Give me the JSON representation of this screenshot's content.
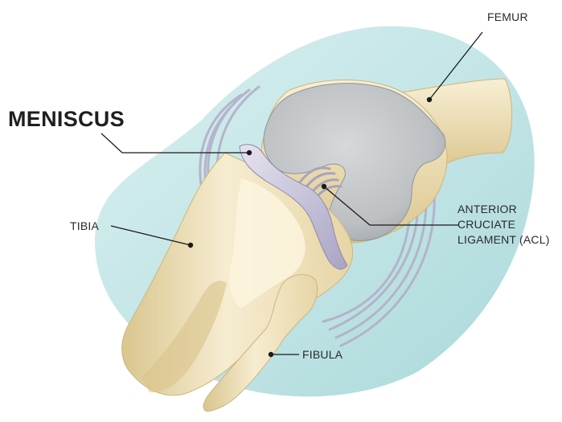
{
  "labels": {
    "meniscus": "MENISCUS",
    "femur": "FEMUR",
    "tibia": "TIBIA",
    "fibula": "FIBULA",
    "acl": [
      "ANTERIOR",
      "CRUCIATE",
      "LIGAMENT (ACL)"
    ]
  },
  "colors": {
    "background_blob": "#bfe3e4",
    "bone": "#f1e4bd",
    "bone_shadow": "#d6c48c",
    "cartilage": "#bfc2c5",
    "ligament": "#b7b3cc",
    "leader_line": "#1a1a1a"
  }
}
